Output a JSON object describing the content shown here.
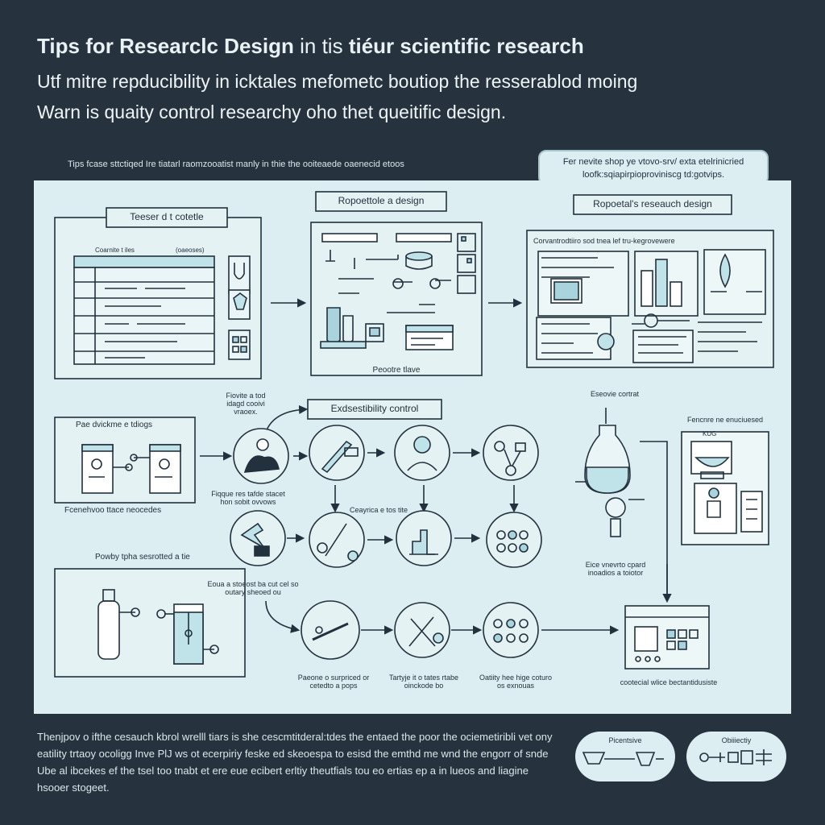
{
  "header": {
    "title_bold": "Tips for Researclc Design",
    "title_light": "in tis",
    "title_tail": "tiéur scientific research",
    "line2": "Utf mitre repducibility in icktales mefometc boutiop the resserablod moing",
    "line3": "Warn is quaity control researchy oho thet queitific design."
  },
  "intro_note": "Tips fcase sttctiqed Ire tiatarl raomzooatist manly in thie the ooiteaede oaenecid etoos",
  "callout": "Fer nevite shop ye vtovo-srv/ exta etelrinicried loofk:sqiapirpioproviniscg td:gotvips.",
  "row1": {
    "box1_title": "Teeser d t cotetle",
    "box1_col1": "Coarnite t iles",
    "box1_col2": "(oaeoses)",
    "box2_title": "Ropoettole a design",
    "box2_footer": "Peootre tlave",
    "box3_title": "Ropoetal's reseauch design",
    "box3_caption": "Corvantrodtiiro sod tnea lef tru-kegrovewere"
  },
  "row2": {
    "left_title": "Pae dvickme e tdiogs",
    "left_caption": "Fcenehvoo ttace neocedes",
    "note_top": "Fiovite a tod idagd cooivi vraoex.",
    "control_label": "Exdsestibility control",
    "note_bottom": "Fiqque res tafde stacet hon sobit ovvows",
    "center_label": "Ceayrica e tos tite",
    "equip_label": "Eseovie cortrat",
    "equip_caption": "Eice vnevrto cpard inoadios a toiotor",
    "right_title": "Fencnre ne enuciuesed",
    "right_inner": "KUG"
  },
  "row3": {
    "left_title": "Powby tpha sesrotted a tie",
    "note": "Eoua a stoeost ba cut cel so outary sheoed ou",
    "cap1": "Paeone o surpriced or cetedto a pops",
    "cap2": "Tartyje it o tates rtabe oinckode bo",
    "cap3": "Oatiity hee hige coturo os exnouas",
    "device_caption": "cootecial wlice bectantidusiste"
  },
  "footer": {
    "paragraph": "Thenjpov o ifthe cesauch kbrol wrelll tiars is she cescmtitderal:tdes the entaed the poor the ociemetiribli vet ony eatility trtaoy ocoligg Inve PlJ ws ot ecerpiriy feske ed skeoespa to esisd the emthd me wnd the engorr of snde Ube al ibcekes ef the tsel too tnabt et ere eue ecibert erltiy theutfials tou eo ertias ep a in lueos and liagine hsooer stogeet.",
    "pill1_label": "Picentsive",
    "pill2_label": "Obiiiectiy"
  },
  "colors": {
    "background": "#26333f",
    "panel": "#dceef1",
    "line": "#22313d",
    "accent_teal": "#bfe3e8",
    "soft_blue": "#a9d4de"
  }
}
